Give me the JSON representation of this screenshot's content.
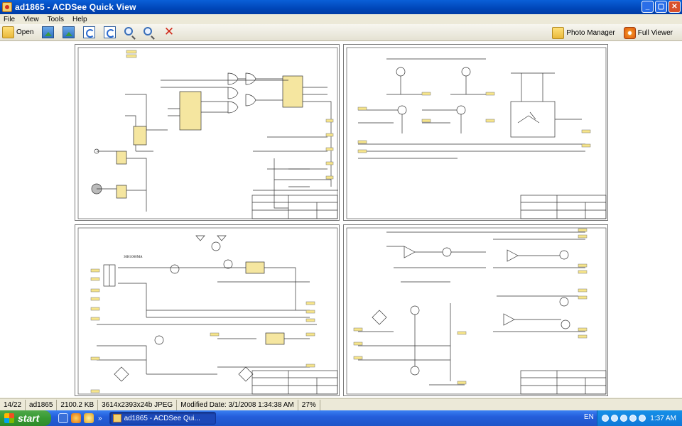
{
  "window": {
    "title": "ad1865 - ACDSee Quick View",
    "buttons": [
      "_",
      "▢",
      "✕"
    ]
  },
  "menu": [
    "File",
    "View",
    "Tools",
    "Help"
  ],
  "toolbar": {
    "open_label": "Open",
    "photo_manager_label": "Photo Manager",
    "full_viewer_label": "Full Viewer"
  },
  "statusbar": {
    "index": "14/22",
    "name": "ad1865",
    "size": "2100.2 KB",
    "dims": "3614x2393x24b JPEG",
    "modified": "Modified Date: 3/1/2008 1:34:38 AM",
    "zoom": "27%"
  },
  "taskbar": {
    "start_label": "start",
    "task_label": "ad1865 - ACDSee Qui...",
    "lang": "EN",
    "clock": "1:37 AM"
  },
  "schematic": {
    "psu_label": "30H1000MA",
    "accent_part": "#f5e6a0"
  }
}
